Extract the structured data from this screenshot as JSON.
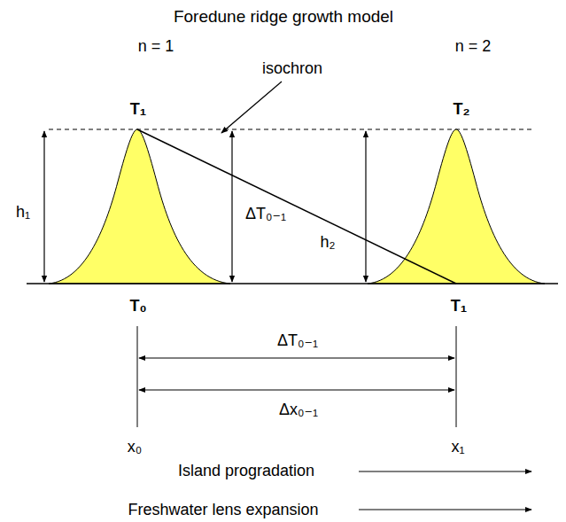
{
  "diagram": {
    "title": "Foredune ridge growth model",
    "labels": [
      "n = 1",
      "n = 2",
      "isochron",
      "T₁",
      "T₂",
      "h₁",
      "ΔT₀₋₁",
      "h₂",
      "T₀",
      "T₁",
      "ΔT₀₋₁",
      "x₀",
      "Δx₀₋₁",
      "x₁",
      "Island progradation",
      "Freshwater lens expansion"
    ]
  }
}
